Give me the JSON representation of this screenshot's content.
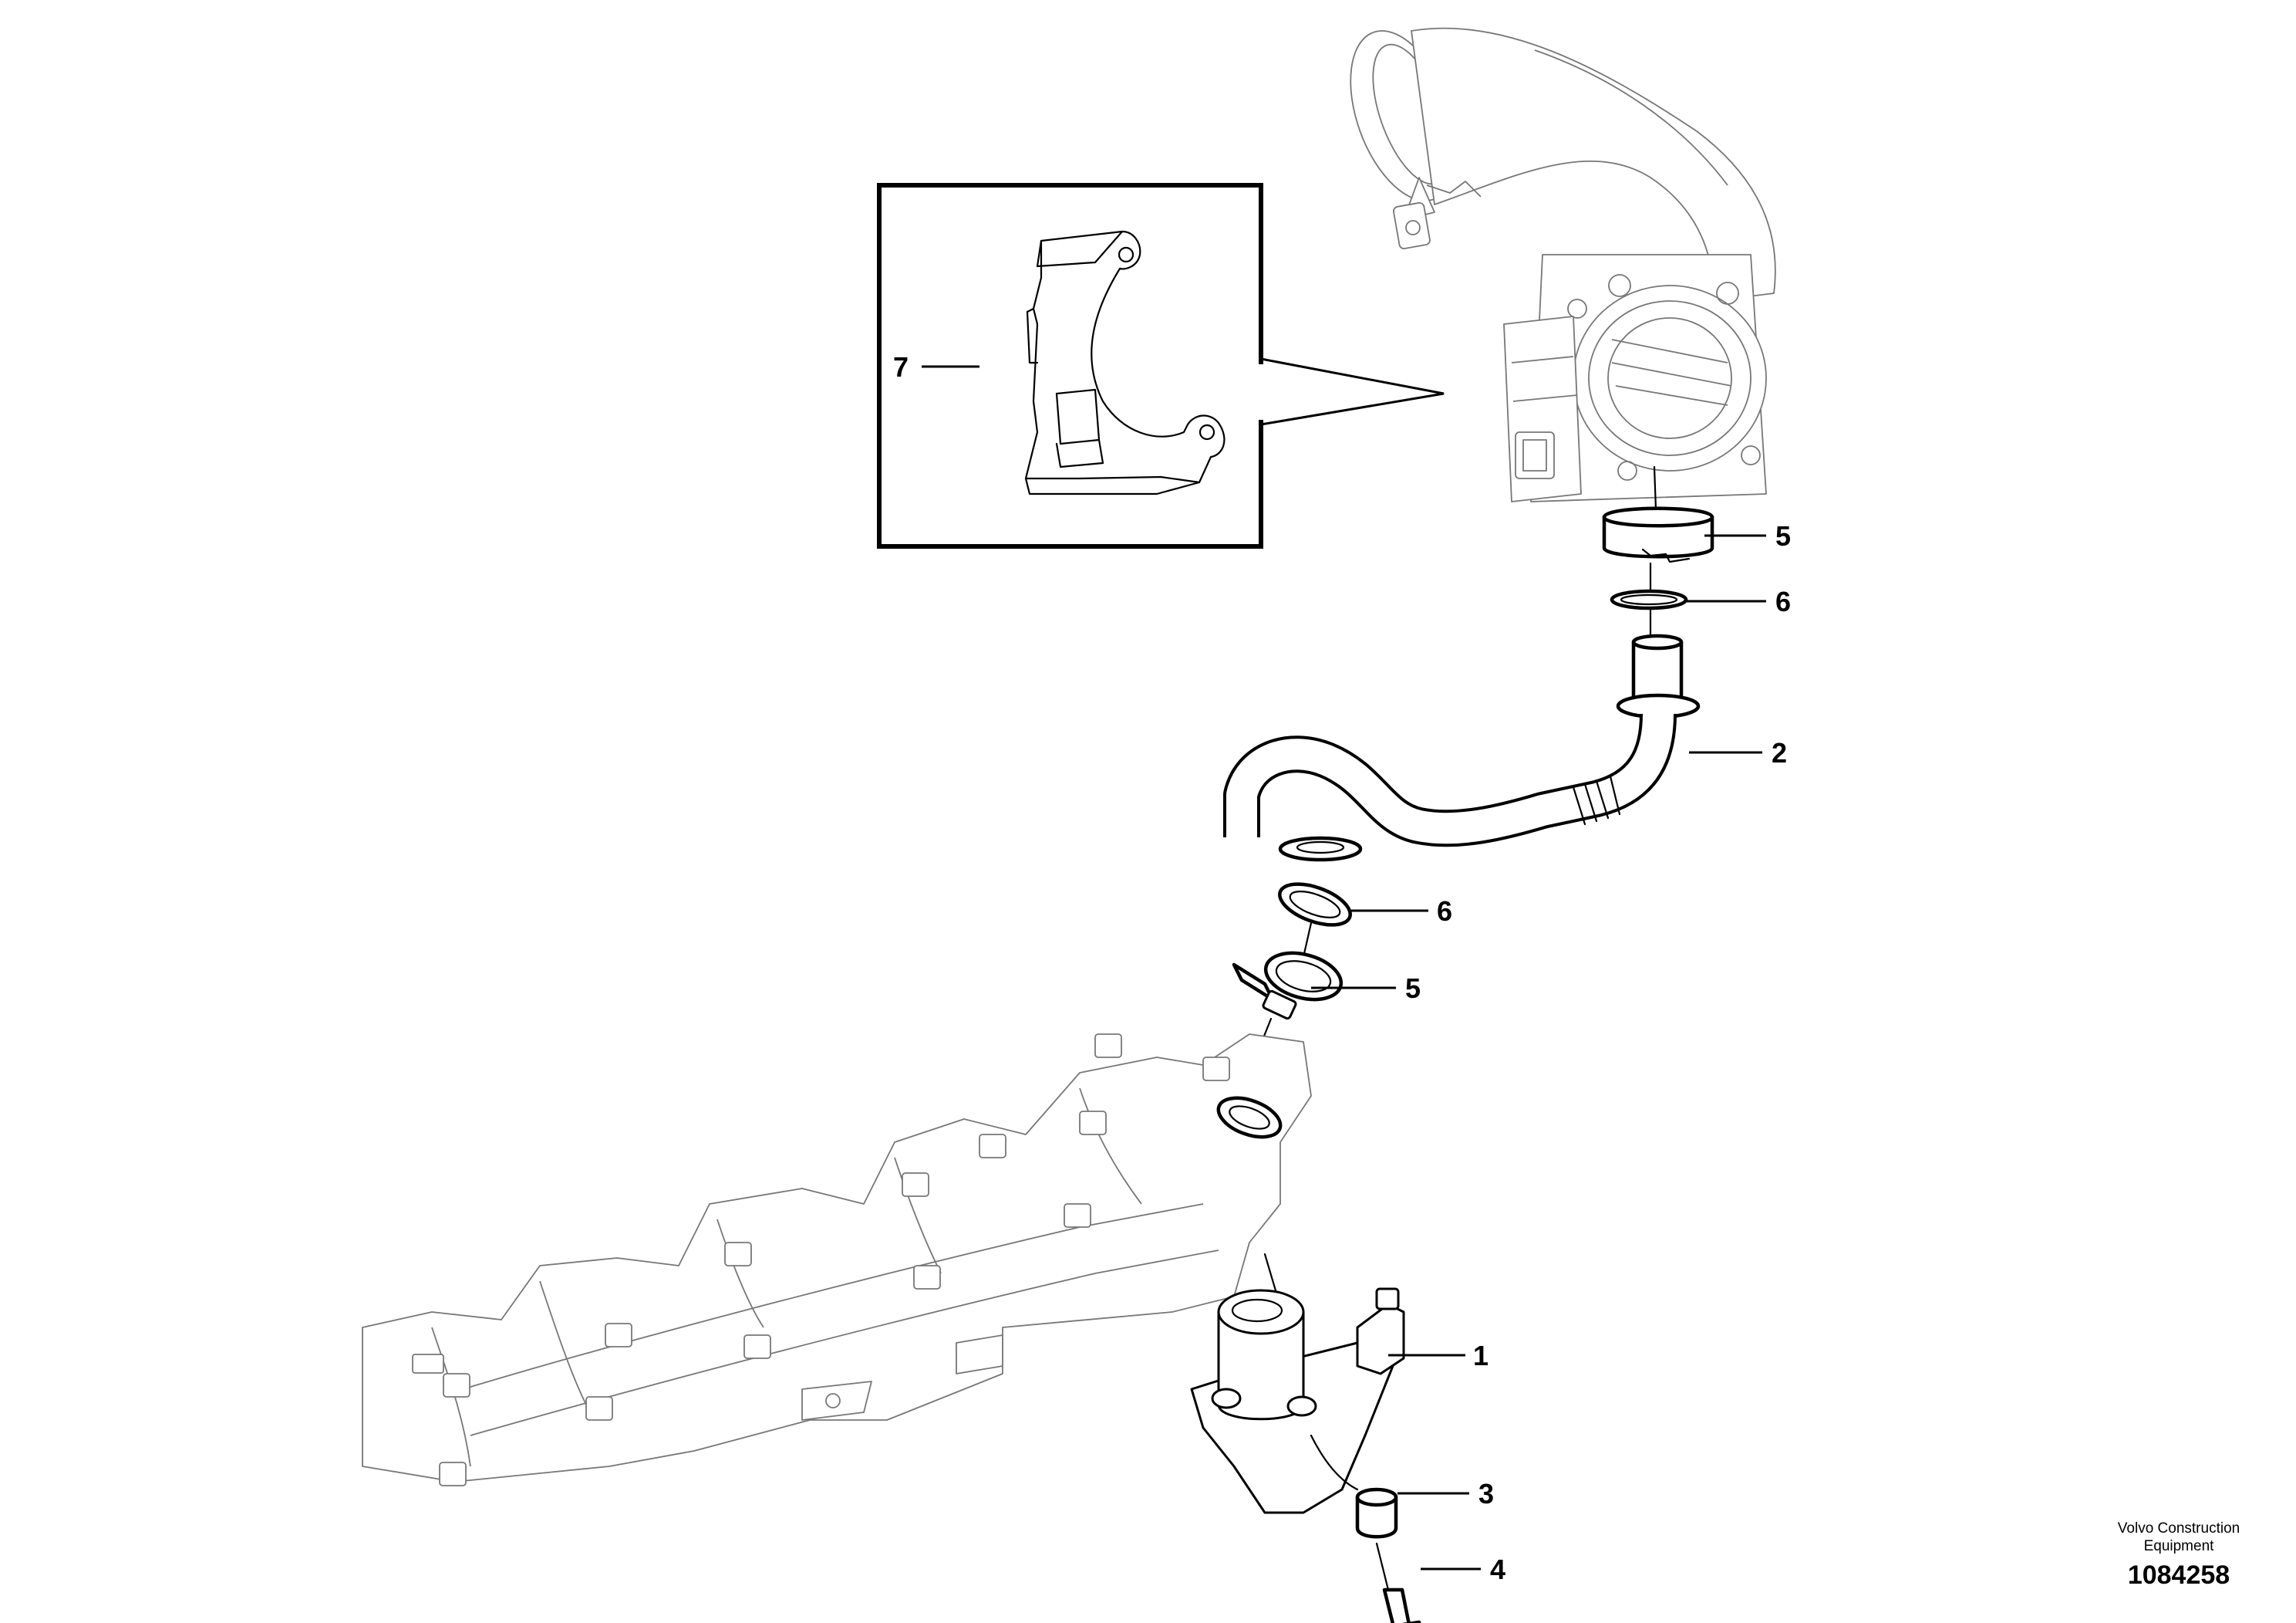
{
  "diagram": {
    "callouts": [
      {
        "id": "callout-1",
        "label": "1"
      },
      {
        "id": "callout-2",
        "label": "2"
      },
      {
        "id": "callout-3",
        "label": "3"
      },
      {
        "id": "callout-4",
        "label": "4"
      },
      {
        "id": "callout-5-upper",
        "label": "5"
      },
      {
        "id": "callout-5-lower",
        "label": "5"
      },
      {
        "id": "callout-6-upper",
        "label": "6"
      },
      {
        "id": "callout-6-lower",
        "label": "6"
      },
      {
        "id": "callout-7",
        "label": "7"
      }
    ],
    "brand_line1": "Volvo Construction",
    "brand_line2": "Equipment",
    "part_number": "1084258"
  }
}
